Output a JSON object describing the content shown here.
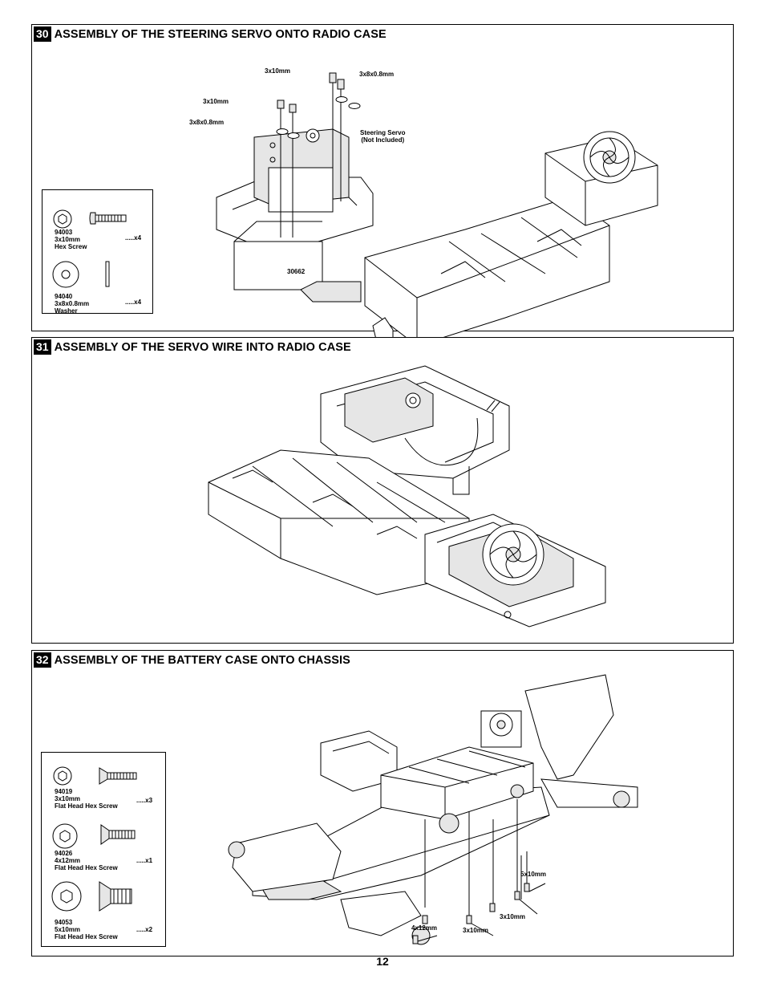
{
  "page_number": "12",
  "steps": [
    {
      "number": "30",
      "title": "ASSEMBLY OF THE STEERING SERVO ONTO RADIO CASE",
      "parts": [
        {
          "part_no": "94003",
          "size": "3x10mm",
          "desc": "Hex Screw",
          "qty": ".....x4"
        },
        {
          "part_no": "94040",
          "size": "3x8x0.8mm",
          "desc": "Washer",
          "qty": ".....x4"
        }
      ],
      "callouts": {
        "screw_top_right": "3x10mm",
        "washer_top_right": "3x8x0.8mm",
        "screw_left": "3x10mm",
        "washer_left": "3x8x0.8mm",
        "servo_line1": "Steering Servo",
        "servo_line2": "(Not Included)",
        "part_30662": "30662"
      }
    },
    {
      "number": "31",
      "title": "ASSEMBLY OF THE SERVO WIRE INTO RADIO CASE"
    },
    {
      "number": "32",
      "title": "ASSEMBLY OF THE BATTERY CASE ONTO CHASSIS",
      "parts": [
        {
          "part_no": "94019",
          "size": "3x10mm",
          "desc": "Flat Head Hex Screw",
          "qty": ".....x3"
        },
        {
          "part_no": "94026",
          "size": "4x12mm",
          "desc": "Flat Head Hex Screw",
          "qty": ".....x1"
        },
        {
          "part_no": "94053",
          "size": "5x10mm",
          "desc": "Flat Head Hex Screw",
          "qty": ".....x2"
        }
      ],
      "callouts": {
        "screw_5x10": "5x10mm",
        "screw_3x10_a": "3x10mm",
        "screw_4x12": "4x12mm",
        "screw_3x10_b": "3x10mm"
      }
    }
  ]
}
